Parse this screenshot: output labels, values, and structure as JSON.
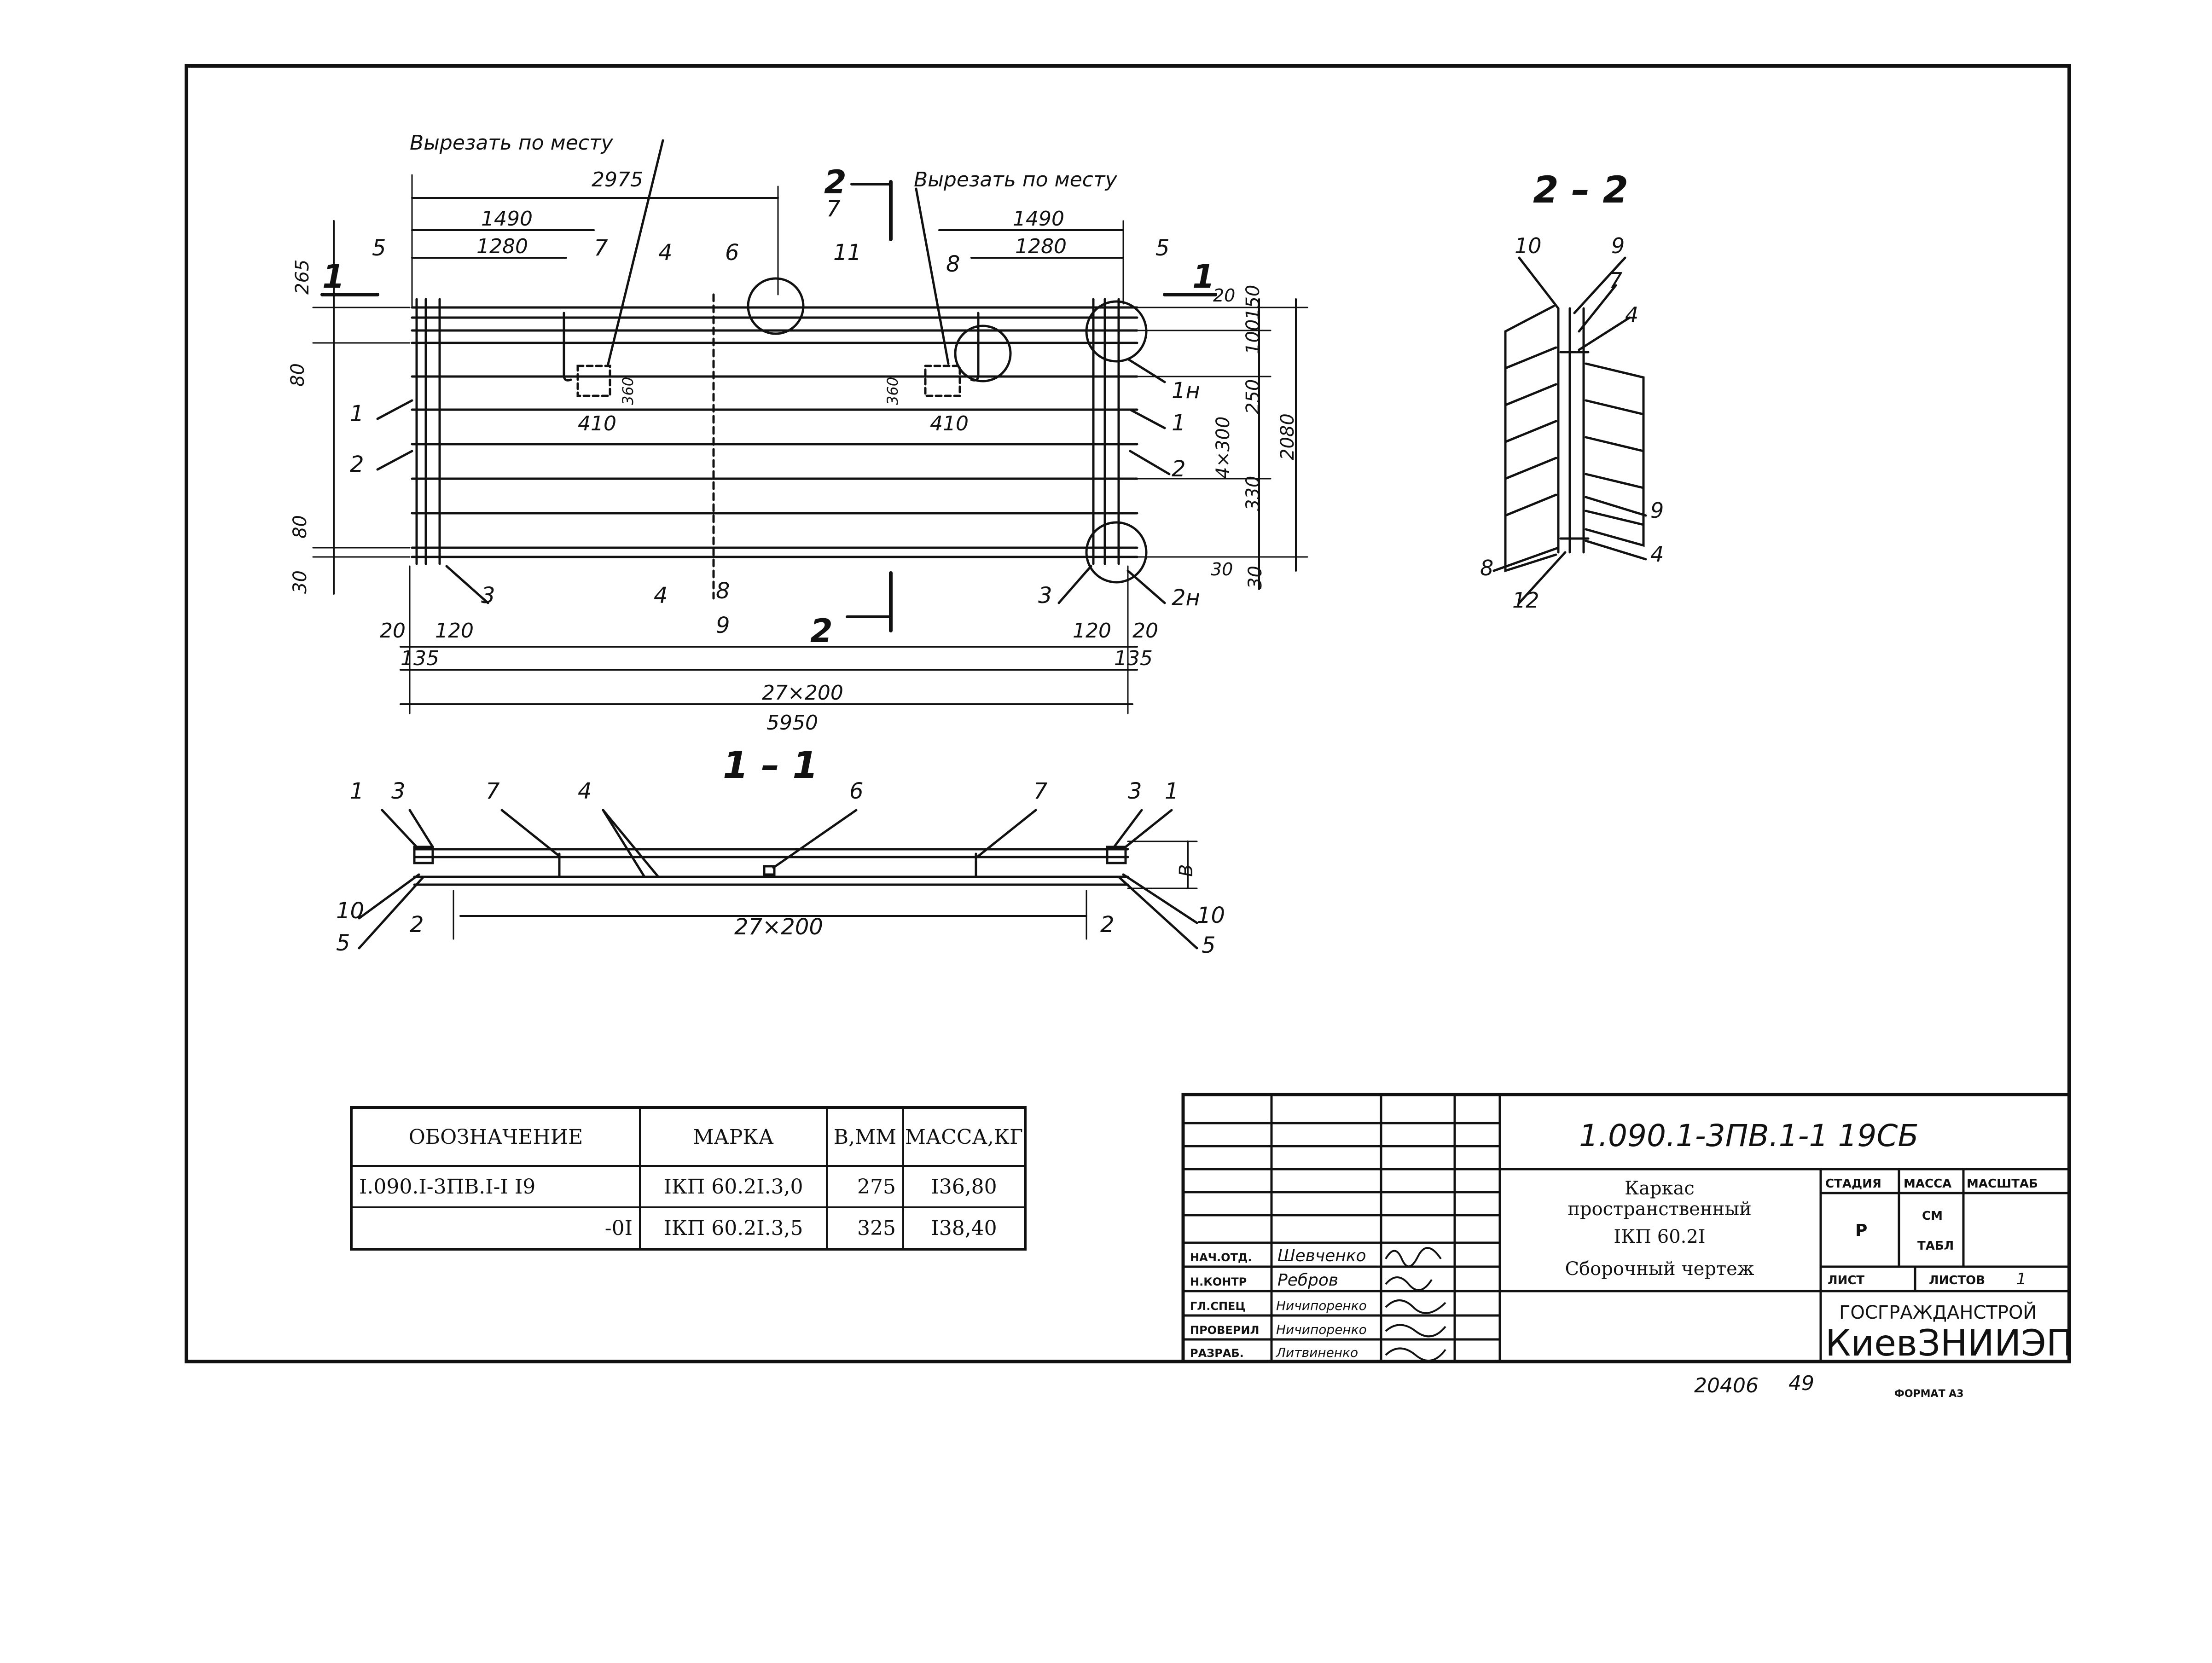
{
  "sheet": {
    "document_code": "1.090.1-3ПВ.1-1 19СБ",
    "title_line1": "Каркас",
    "title_line2": "пространственный",
    "title_line3": "IКП 60.2I",
    "title_line4": "Сборочный чертеж",
    "stage_label": "СТАДИЯ",
    "mass_label": "МАССА",
    "scale_label": "МАСШТАБ",
    "stage_value": "Р",
    "mass_value_1": "СМ",
    "mass_value_2": "ТАБЛ",
    "sheet_label": "ЛИСТ",
    "sheets_label": "ЛИСТОВ",
    "sheets_value": "1",
    "org_1": "ГОСГРАЖДАНСТРОЙ",
    "org_2": "КиевЗНИИЭП",
    "footer_number": "20406",
    "footer_page": "49",
    "footer_format": "ФОРМАТ А3"
  },
  "signatures": [
    {
      "role": "НАЧ.ОТД.",
      "name": "Шевченко"
    },
    {
      "role": "Н.КОНТР",
      "name": "Ребров"
    },
    {
      "role": "ГЛ.СПЕЦ",
      "name": "Ничипоренко"
    },
    {
      "role": "ПРОВЕРИЛ",
      "name": "Ничипоренко"
    },
    {
      "role": "РАЗРАБ.",
      "name": "Литвиненко"
    }
  ],
  "spec_table": {
    "headers": [
      "ОБОЗНАЧЕНИЕ",
      "МАРКА",
      "В,ММ",
      "МАССА,КГ"
    ],
    "rows": [
      [
        "I.090.I-3ПВ.I-I I9",
        "IКП 60.2I.3,0",
        "275",
        "I36,80"
      ],
      [
        "-0I",
        "IКП 60.2I.3,5",
        "325",
        "I38,40"
      ]
    ]
  },
  "views": {
    "plan_cut_note_1": "Вырезать по месту",
    "plan_cut_note_2": "Вырезать по месту",
    "section_2_title": "2 – 2",
    "section_1_title": "1 – 1",
    "cut_mark_2": "2",
    "cut_mark_1": "1"
  },
  "dimensions": {
    "d2975": "2975",
    "d1490a": "1490",
    "d1490b": "1490",
    "d1280a": "1280",
    "d1280b": "1280",
    "d265": "265",
    "d80a": "80",
    "d80b": "80",
    "d30a": "30",
    "d30b": "30",
    "d30c": "30",
    "d20a": "20",
    "d20b": "20",
    "d20c": "20",
    "d120a": "120",
    "d120b": "120",
    "d135a": "135",
    "d135b": "135",
    "d27x200": "27×200",
    "d27x200b": "27×200",
    "d5950": "5950",
    "d150": "150",
    "d100": "100",
    "d250": "250",
    "d4x300": "4×300",
    "d330": "330",
    "d2080": "2080",
    "d410a": "410",
    "d410b": "410",
    "d360a": "360",
    "d360b": "360",
    "dB": "В"
  },
  "callouts_plan": [
    "5",
    "7",
    "4",
    "6",
    "7",
    "11",
    "8",
    "5",
    "1",
    "2",
    "1н",
    "1",
    "2",
    "3",
    "4",
    "8",
    "9",
    "3",
    "2н"
  ],
  "callouts_section11": [
    "1",
    "3",
    "7",
    "4",
    "6",
    "7",
    "3",
    "1",
    "10",
    "5",
    "2",
    "2",
    "10",
    "5"
  ],
  "callouts_section22": [
    "10",
    "9",
    "7",
    "4",
    "9",
    "4",
    "8",
    "12"
  ]
}
